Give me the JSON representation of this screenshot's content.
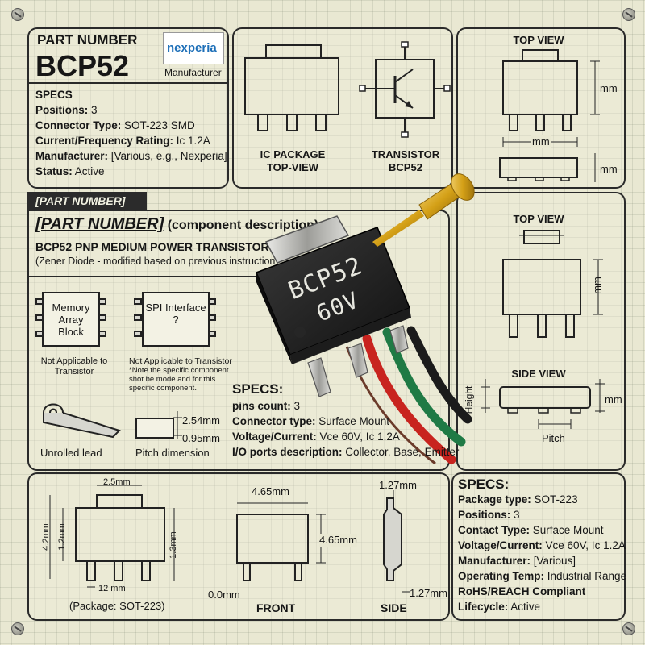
{
  "part_panel": {
    "heading": "PART NUMBER",
    "part_number": "BCP52",
    "logo_text": "nexperia",
    "logo_caption": "Manufacturer",
    "specs_title": "SPECS",
    "specs": [
      {
        "key": "Positions:",
        "value": " 3"
      },
      {
        "key": "Connector Type:",
        "value": " SOT-223 SMD"
      },
      {
        "key": "Current/Frequency Rating:",
        "value": " Ic 1.2A"
      },
      {
        "key": "Manufacturer:",
        "value": " [Various, e.g., Nexperia]"
      },
      {
        "key": "Status:",
        "value": " Active"
      }
    ]
  },
  "ic_panel": {
    "ic_caption_1": "IC PACKAGE",
    "ic_caption_2": "TOP-VIEW",
    "tr_caption_1": "TRANSISTOR",
    "tr_caption_2": "BCP52"
  },
  "topview_panel": {
    "title": "TOP VIEW",
    "dim_h": "mm",
    "dim_w": "mm",
    "dim_side": "mm"
  },
  "desc": {
    "tab": "[PART NUMBER]",
    "title": "[PART NUMBER]",
    "title_suffix": " (component description)",
    "subtitle": "BCP52 PNP MEDIUM POWER TRANSISTOR",
    "note": "(Zener Diode - modified based on previous instruction)"
  },
  "blocks": {
    "memory": "Memory Array Block",
    "memory_note_1": "Not Applicable to",
    "memory_note_2": "Transistor",
    "spi": "SPI Interface ?",
    "spi_note_1": "Not Applicable to Transistor",
    "spi_note_2": "*Note the specific component",
    "spi_note_3": "shot be mode and for this",
    "spi_note_4": "specific component."
  },
  "lead": {
    "unrolled": "Unrolled lead",
    "pitch": "Pitch dimension",
    "dim1": "2.54mm",
    "dim2": "0.95mm"
  },
  "chip": {
    "mark1": "BCP52",
    "mark2": "60V"
  },
  "mid_specs": {
    "title": "SPECS:",
    "items": [
      {
        "key": "pins count:",
        "value": " 3"
      },
      {
        "key": "Connector type:",
        "value": " Surface Mount"
      },
      {
        "key": "Voltage/Current:",
        "value": " Vce 60V, Ic 1.2A"
      },
      {
        "key": "I/O ports description:",
        "value": " Collector, Base, Emitter"
      }
    ]
  },
  "right_mid": {
    "title": "TOP VIEW",
    "dim_h": "mm",
    "side_title": "SIDE VIEW",
    "height": "Height",
    "pitch": "Pitch",
    "dim_side": "mm"
  },
  "bottom": {
    "pkg_w": "2.5mm",
    "pkg_h1": "4.2mm",
    "pkg_h2": "1.2mm",
    "pkg_h3": "1.3mm",
    "pkg_lead": "12 mm",
    "pkg_caption": "(Package: SOT-223)",
    "front_w": "4.65mm",
    "front_h": "4.65mm",
    "front_off": "0.0mm",
    "front_caption": "FRONT",
    "side_top": "1.27mm",
    "side_bot": "1.27mm",
    "side_caption": "SIDE"
  },
  "bottom_specs": {
    "title": "SPECS:",
    "items": [
      {
        "key": "Package type:",
        "value": " SOT-223"
      },
      {
        "key": "Positions:",
        "value": " 3"
      },
      {
        "key": "Contact Type:",
        "value": " Surface Mount"
      },
      {
        "key": "Voltage/Current:",
        "value": " Vce 60V, Ic 1.2A"
      },
      {
        "key": "Manufacturer:",
        "value": " [Various]"
      },
      {
        "key": "Operating Temp:",
        "value": " Industrial Range"
      },
      {
        "key": "RoHS/REACH Compliant",
        "value": ""
      },
      {
        "key": "Lifecycle:",
        "value": " Active"
      }
    ]
  },
  "colors": {
    "logo_blue": "#1d6fb8",
    "logo_orange": "#f08a1c",
    "wire_red": "#c8241f",
    "wire_green": "#1f7a45",
    "probe_gold": "#d4a017"
  }
}
